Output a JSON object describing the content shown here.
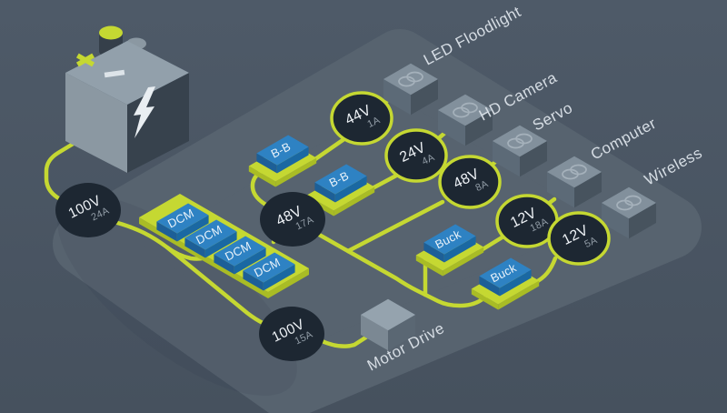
{
  "colors": {
    "background": "#4a5663",
    "platform": "#57636f",
    "wire_green": "#c5d832",
    "converter_blue": "#2e82c3",
    "node_circle_dark": "#1d2732",
    "load_cube_gray": "#82909c",
    "label_text": "#d6dde4"
  },
  "icons": {
    "battery": "isometric-9v-battery",
    "battery_bolt": "lightning-bolt",
    "battery_plus": "plus-sign",
    "battery_minus": "minus-sign",
    "load_logo": "overlapping-circles-logo"
  },
  "nodes": [
    {
      "voltage": "100V",
      "amps": "24A"
    },
    {
      "voltage": "48V",
      "amps": "17A"
    },
    {
      "voltage": "44V",
      "amps": "1A"
    },
    {
      "voltage": "24V",
      "amps": "4A"
    },
    {
      "voltage": "48V",
      "amps": "8A"
    },
    {
      "voltage": "12V",
      "amps": "18A"
    },
    {
      "voltage": "12V",
      "amps": "5A"
    },
    {
      "voltage": "100V",
      "amps": "15A"
    }
  ],
  "converters": [
    {
      "label": "DCM"
    },
    {
      "label": "DCM"
    },
    {
      "label": "DCM"
    },
    {
      "label": "DCM"
    },
    {
      "label": "B-B"
    },
    {
      "label": "B-B"
    },
    {
      "label": "Buck"
    },
    {
      "label": "Buck"
    }
  ],
  "loads": [
    {
      "label": "LED Floodlight"
    },
    {
      "label": "HD Camera"
    },
    {
      "label": "Servo"
    },
    {
      "label": "Computer"
    },
    {
      "label": "Wireless"
    },
    {
      "label": "Motor Drive"
    }
  ]
}
